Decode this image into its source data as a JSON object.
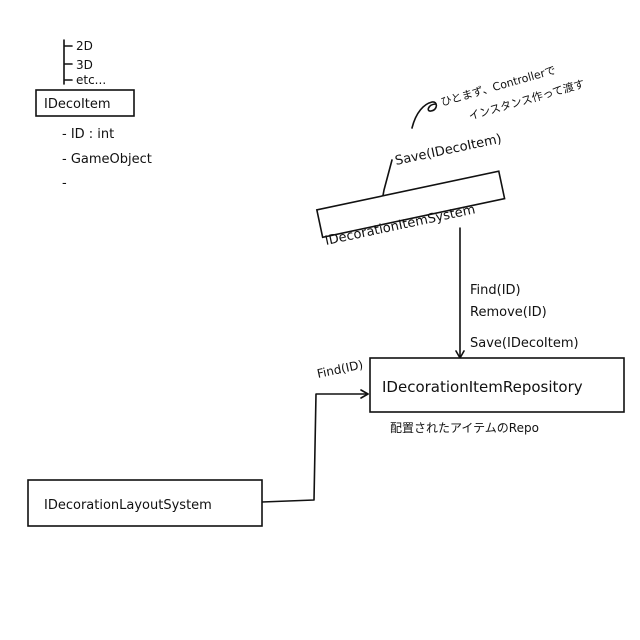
{
  "type_list": {
    "items": [
      "2D",
      "3D",
      "etc..."
    ]
  },
  "interface_box": {
    "label": "IDecoItem"
  },
  "interface_fields": {
    "items": [
      "- ID : int",
      "- GameObject",
      "-"
    ]
  },
  "note": {
    "line1": "ひとまず、Controllerで",
    "line2": "インスタンス作って渡す"
  },
  "system_box": {
    "label": "IDecorationItemSystem",
    "save_label": "Save(IDecoItem)"
  },
  "repository_edge": {
    "methods": [
      "Find(ID)",
      "Remove(ID)",
      "Save(IDecoItem)"
    ]
  },
  "repository_box": {
    "label": "IDecorationItemRepository",
    "caption": "配置されたアイテムのRepo"
  },
  "layout_box": {
    "label": "IDecorationLayoutSystem",
    "find_label": "Find(ID)"
  }
}
